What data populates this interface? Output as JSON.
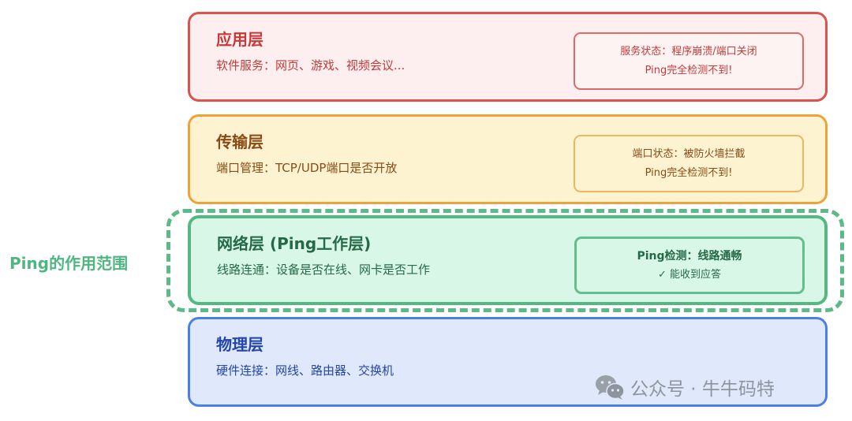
{
  "layers": [
    {
      "id": "application",
      "title": "应用层",
      "description": "软件服务：网页、游戏、视频会议...",
      "color": "#d9534f",
      "status": {
        "line1": "服务状态：程序崩溃/端口关闭",
        "line2": "Ping完全检测不到!"
      }
    },
    {
      "id": "transport",
      "title": "传输层",
      "description": "端口管理：TCP/UDP端口是否开放",
      "color": "#eba43c",
      "status": {
        "line1": "端口状态：被防火墙拦截",
        "line2": "Ping完全检测不到!"
      }
    },
    {
      "id": "network",
      "title": "网络层 (Ping工作层)",
      "description": "线路连通：设备是否在线、网卡是否工作",
      "color": "#55b883",
      "status": {
        "line1": "Ping检测：线路通畅",
        "line2": "✓ 能收到应答"
      }
    },
    {
      "id": "physical",
      "title": "物理层",
      "description": "硬件连接：网线、路由器、交换机",
      "color": "#4a80e6"
    }
  ],
  "ping_scope": {
    "label": "Ping的作用范围",
    "color": "#5cba88"
  },
  "watermark": {
    "icon": "wechat-icon",
    "text": "公众号 · 牛牛码特"
  }
}
